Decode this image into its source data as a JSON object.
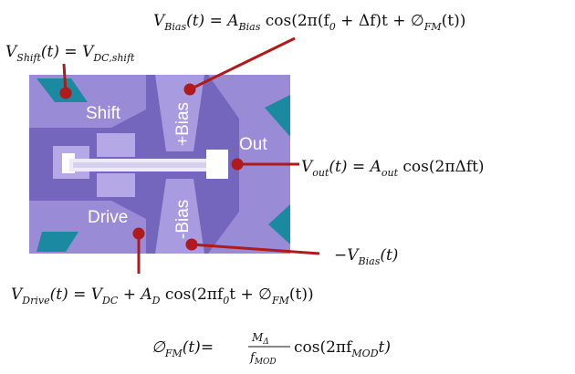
{
  "device": {
    "labels": {
      "shift": "Shift",
      "drive": "Drive",
      "out": "Out",
      "plus_bias": "+Bias",
      "minus_bias": "-Bias"
    }
  },
  "equations": {
    "v_bias": {
      "lhs_symbol": "V",
      "lhs_sub": "Bias",
      "lhs_arg": "(t) = A",
      "amp_sub": "Bias",
      "rhs_a": " cos(2π(f",
      "f0_sub": "0",
      "rhs_b": " + Δf)t + ∅",
      "fm_sub": "FM",
      "rhs_c": "(t))"
    },
    "v_shift": {
      "lhs_symbol": "V",
      "lhs_sub": "Shift",
      "mid": "(t) = V",
      "rhs_sub": "DC,shift"
    },
    "v_out": {
      "lhs_symbol": "V",
      "lhs_sub": "out",
      "mid": "(t) = A",
      "amp_sub": "out",
      "rhs": " cos(2πΔft)"
    },
    "neg_v_bias": {
      "lhs_symbol": "−V",
      "lhs_sub": "Bias",
      "rhs": "(t)"
    },
    "v_drive": {
      "lhs_symbol": "V",
      "lhs_sub": "Drive",
      "mid": "(t) = V",
      "dc_sub": "DC",
      "plus_a": " + A",
      "a_sub": "D",
      "rhs_a": " cos(2πf",
      "f0_sub": "0",
      "rhs_b": "t + ∅",
      "fm_sub": "FM",
      "rhs_c": "(t))"
    },
    "phi_fm": {
      "lhs_symbol": "∅",
      "lhs_sub": "FM",
      "mid": "(t)=",
      "num": "M",
      "num_sub": "Δ",
      "den": "f",
      "den_sub": "MOD",
      "rhs_a": "cos(2πf",
      "rhs_sub": "MOD",
      "rhs_b": "t)"
    }
  },
  "colors": {
    "electrode": "#8878c8",
    "electrode_light": "#a99be0",
    "substrate": "#5a4fa8",
    "teal": "#1b8aa0",
    "beam": "#e8e6f4",
    "leader": "#b01a1a"
  }
}
